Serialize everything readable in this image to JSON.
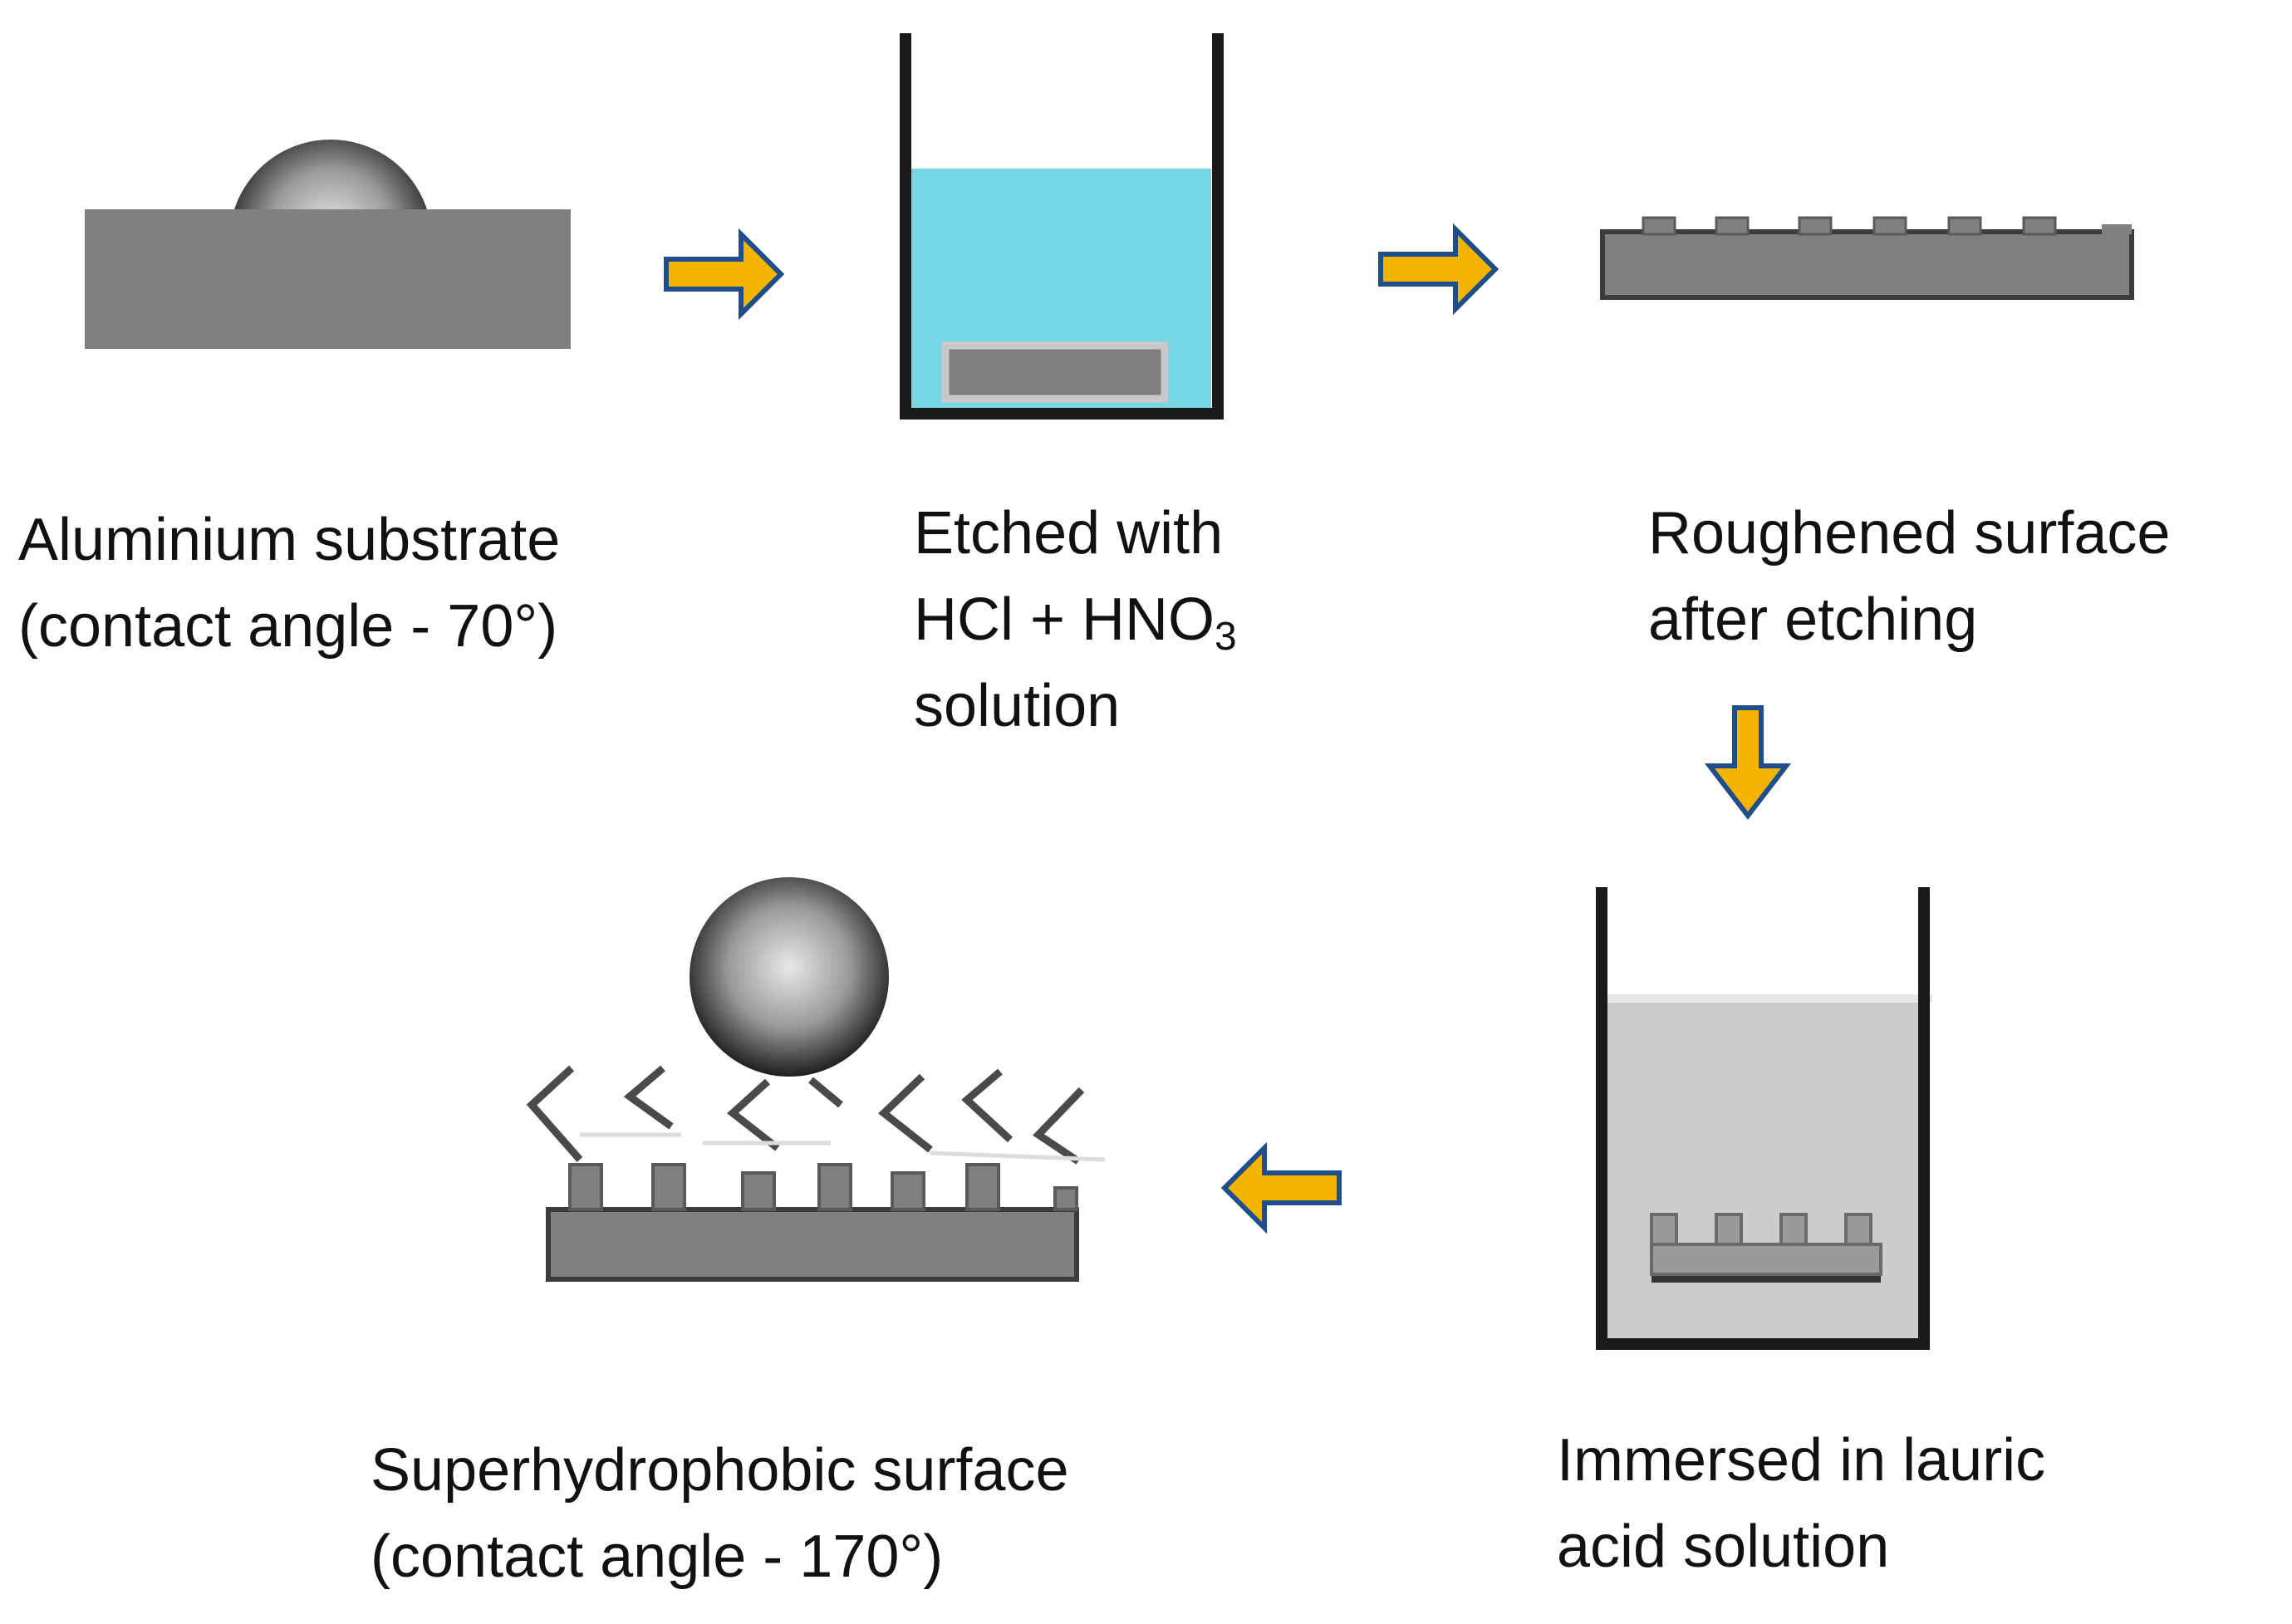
{
  "steps": [
    {
      "id": "substrate",
      "lines": [
        "Aluminium substrate",
        "(contact angle - 70°)"
      ]
    },
    {
      "id": "etching",
      "lines": [
        "Etched with",
        "HCl + HNO",
        "3",
        "solution"
      ]
    },
    {
      "id": "roughened",
      "lines": [
        "Roughened surface",
        "after etching"
      ]
    },
    {
      "id": "immersion",
      "lines": [
        "Immersed in lauric",
        "acid solution"
      ]
    },
    {
      "id": "superhydrophobic",
      "lines": [
        "Superhydrophobic surface",
        "(contact angle - 170°)"
      ]
    }
  ],
  "colors": {
    "substrate": "#808080",
    "substrate_dark": "#3c3c3c",
    "etch_solution": "#75d7e6",
    "lauric_solution": "#cccccc",
    "container_wall": "#1a1a1a",
    "arrow_fill": "#f5b400",
    "arrow_outline": "#1f4e8c",
    "droplet_light": "#e8e8e8",
    "droplet_dark": "#1e1e1e"
  },
  "arrows": [
    "right",
    "right",
    "down",
    "left"
  ]
}
